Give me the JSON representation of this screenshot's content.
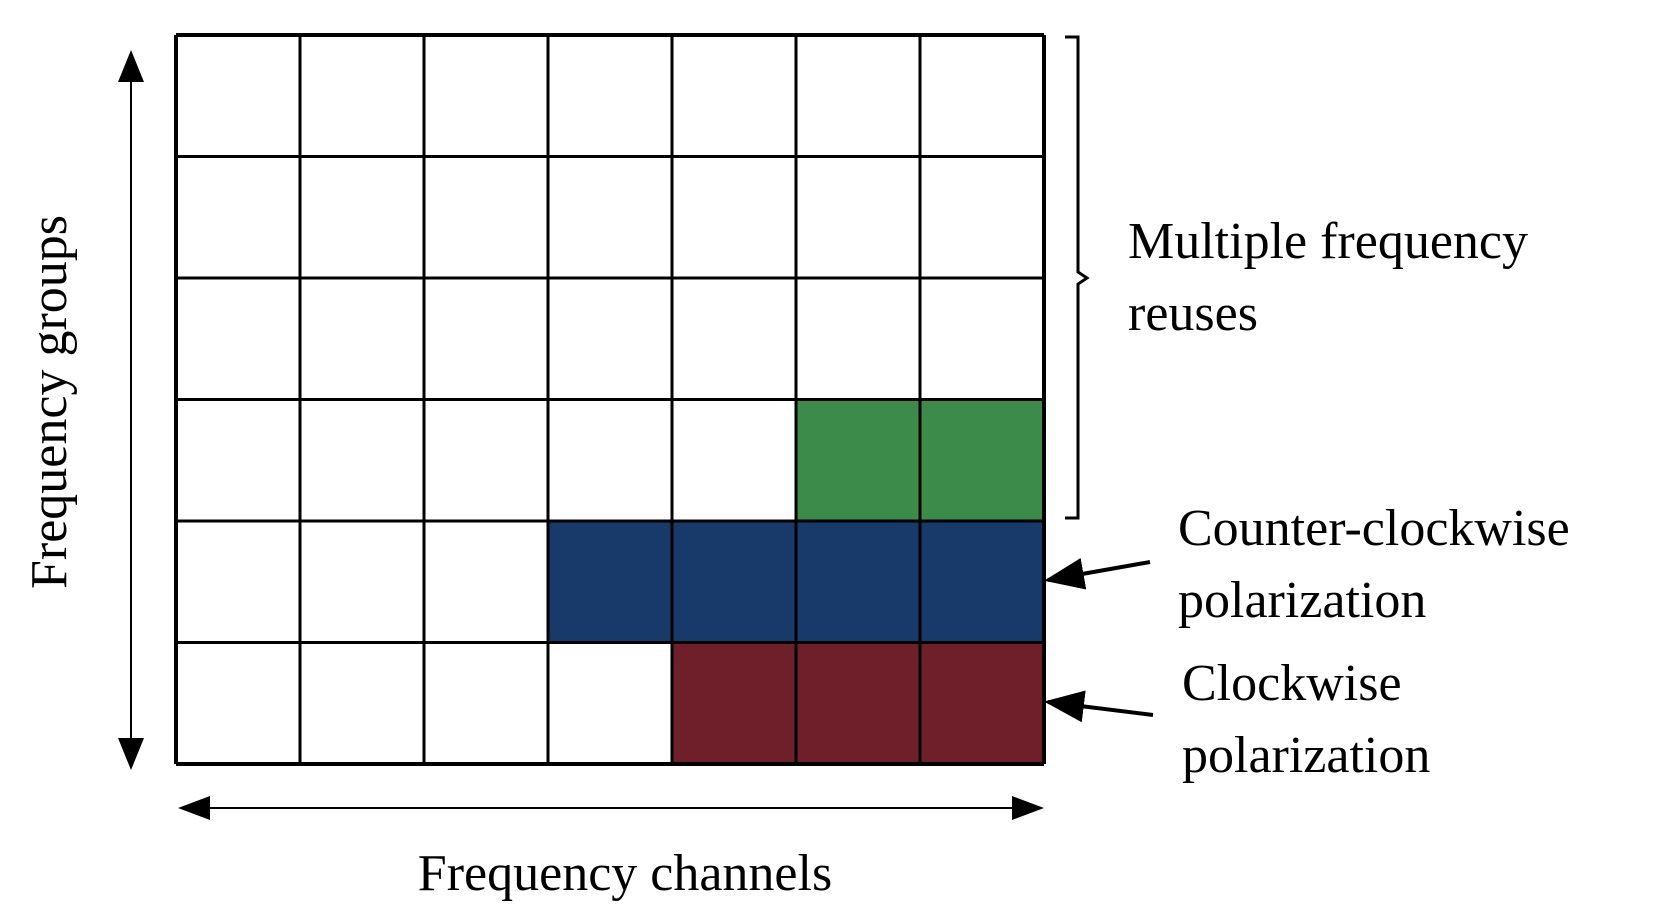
{
  "diagram": {
    "y_axis_label": "Frequency groups",
    "x_axis_label": "Frequency channels",
    "grid": {
      "rows": 6,
      "cols": 7
    },
    "colors": {
      "green": "#3d8b4a",
      "blue": "#173a6a",
      "red": "#6e1f29",
      "line": "#000000",
      "cell": "#ffffff"
    },
    "filled_cells": [
      {
        "row": 4,
        "col": 6,
        "color": "green"
      },
      {
        "row": 4,
        "col": 7,
        "color": "green"
      },
      {
        "row": 5,
        "col": 4,
        "color": "blue"
      },
      {
        "row": 5,
        "col": 5,
        "color": "blue"
      },
      {
        "row": 5,
        "col": 6,
        "color": "blue"
      },
      {
        "row": 5,
        "col": 7,
        "color": "blue"
      },
      {
        "row": 6,
        "col": 5,
        "color": "red"
      },
      {
        "row": 6,
        "col": 6,
        "color": "red"
      },
      {
        "row": 6,
        "col": 7,
        "color": "red"
      }
    ],
    "annotations": {
      "reuse": {
        "line1": "Multiple frequency",
        "line2": "reuses"
      },
      "ccw": {
        "line1": "Counter-clockwise",
        "line2": "polarization"
      },
      "cw": {
        "line1": "Clockwise",
        "line2": "polarization"
      }
    }
  }
}
